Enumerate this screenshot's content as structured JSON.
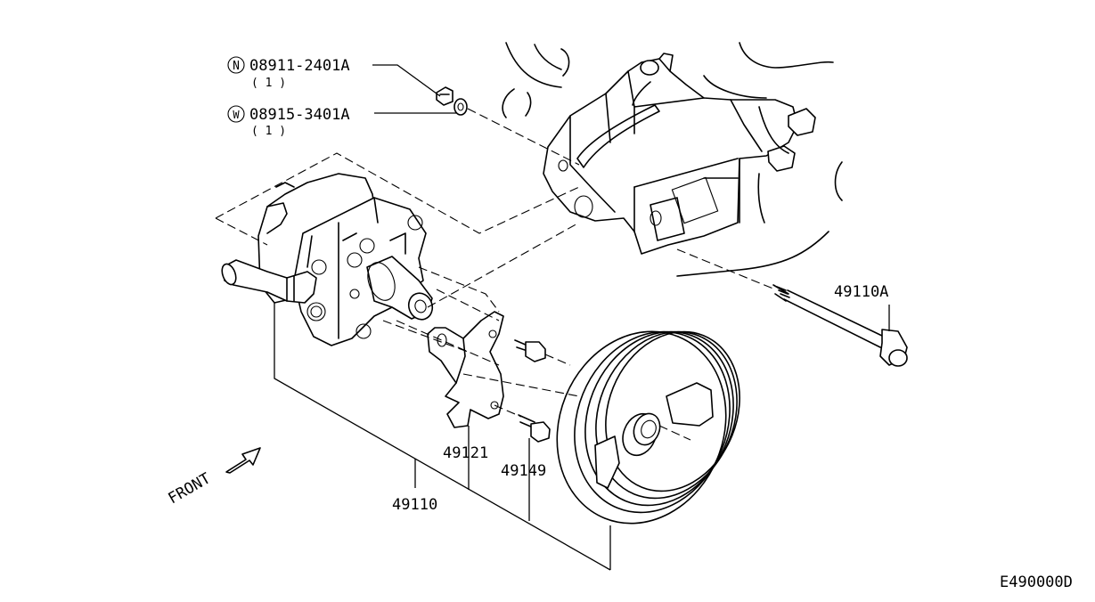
{
  "callouts": {
    "nut": {
      "symbol": "N",
      "part": "08911-2401A",
      "qty": "( 1 )"
    },
    "washer": {
      "symbol": "W",
      "part": "08915-3401A",
      "qty": "( 1 )"
    },
    "bolt_long": {
      "part": "49110A"
    },
    "bracket": {
      "part": "49121"
    },
    "bolt_short": {
      "part": "49149"
    },
    "pump": {
      "part": "49110"
    }
  },
  "front_label": "FRONT",
  "diagram_code": "E490000D",
  "icons": [
    "front-arrow-icon",
    "circle-n-symbol-icon",
    "circle-w-symbol-icon"
  ]
}
